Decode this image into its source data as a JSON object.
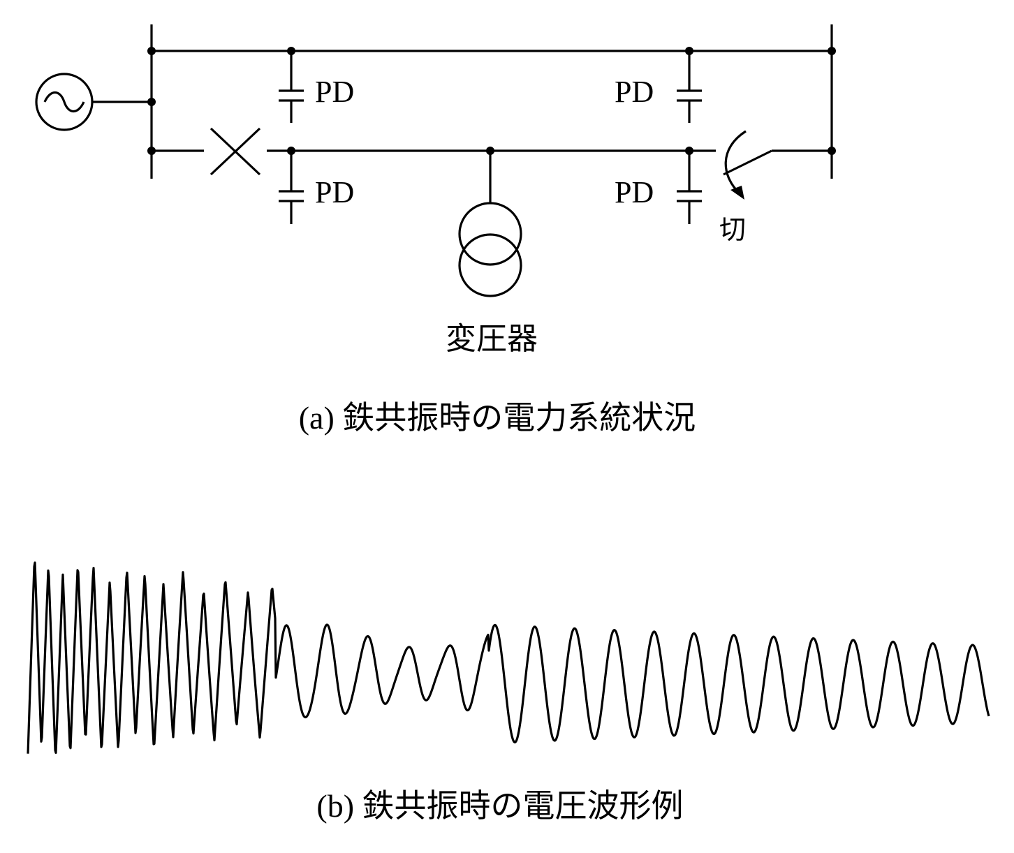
{
  "diagram_a": {
    "pd_labels": [
      "PD",
      "PD",
      "PD",
      "PD"
    ],
    "transformer_label": "変圧器",
    "switch_label": "切",
    "caption": "(a) 鉄共振時の電力系統状況"
  },
  "diagram_b": {
    "caption": "(b) 鉄共振時の電圧波形例"
  },
  "colors": {
    "ink": "#000000",
    "background": "#ffffff"
  }
}
